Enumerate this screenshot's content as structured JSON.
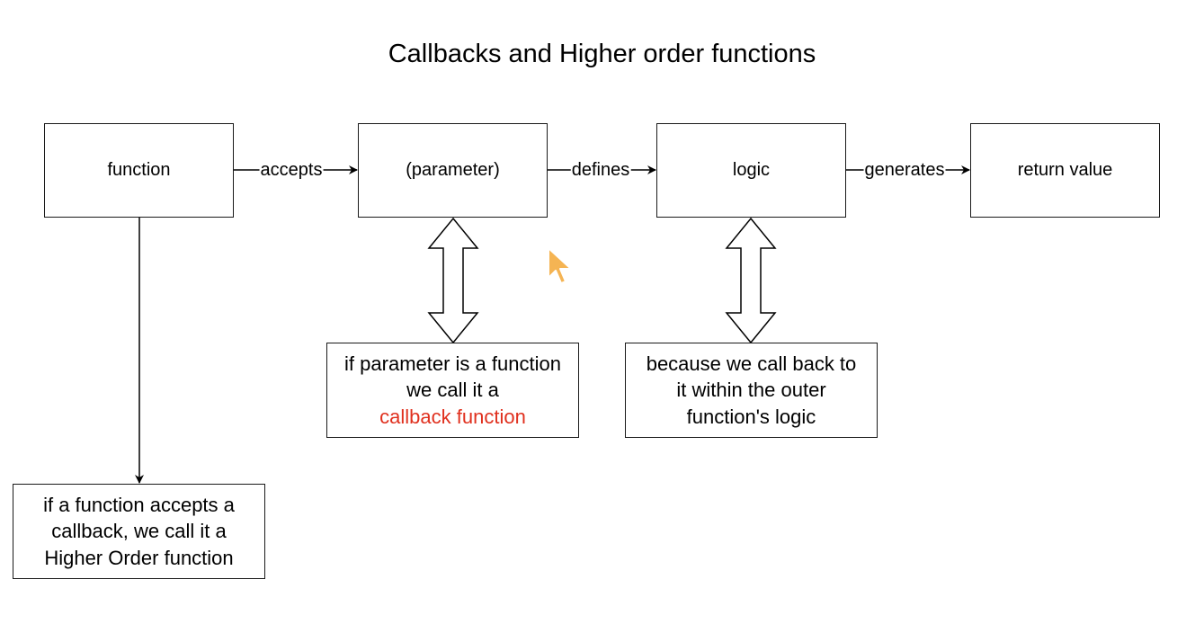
{
  "title": "Callbacks and Higher order functions",
  "nodes": {
    "function": "function",
    "parameter": "(parameter)",
    "logic": "logic",
    "return_value": "return value"
  },
  "edges": {
    "accepts": "accepts",
    "defines": "defines",
    "generates": "generates"
  },
  "notes": {
    "callback": {
      "line1": "if parameter is a function",
      "line2": "we call it a",
      "line3": "callback function",
      "highlight_color": "#e0301e"
    },
    "call_back": {
      "line1": "because we call back to",
      "line2": "it within the outer",
      "line3": "function's logic"
    },
    "higher_order": {
      "line1": "if a function accepts a",
      "line2": "callback, we call it a",
      "line3": "Higher Order function"
    }
  },
  "icons": {
    "cursor": "mouse-pointer-icon",
    "cursor_color": "#f5b14a"
  }
}
